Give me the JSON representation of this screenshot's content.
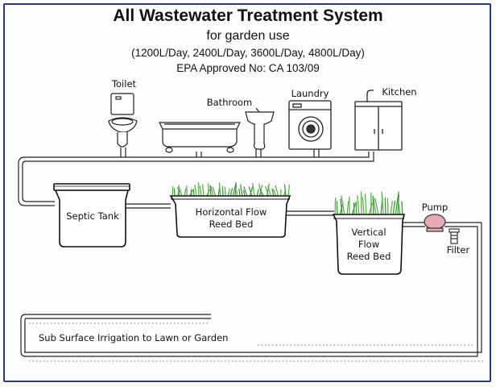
{
  "header": {
    "title": "All Wastewater Treatment System",
    "subtitle": "for garden use",
    "capacities": "(1200L/Day, 2400L/Day, 3600L/Day, 4800L/Day)",
    "approval": "EPA Approved No: CA 103/09"
  },
  "fixtures": {
    "toilet": "Toilet",
    "bathroom": "Bathroom",
    "laundry": "Laundry",
    "kitchen": "Kitchen"
  },
  "tanks": {
    "septic": "Septic Tank",
    "horizontal_line1": "Horizontal Flow",
    "horizontal_line2": "Reed Bed",
    "vertical_line1": "Vertical",
    "vertical_line2": "Flow",
    "vertical_line3": "Reed Bed"
  },
  "equipment": {
    "pump": "Pump",
    "filter": "Filter"
  },
  "irrigation": {
    "label": "Sub Surface Irrigation to Lawn or Garden"
  },
  "colors": {
    "border": "#2a3a8a",
    "pump": "#e7a9b3",
    "grass": "#3f9a3a"
  }
}
